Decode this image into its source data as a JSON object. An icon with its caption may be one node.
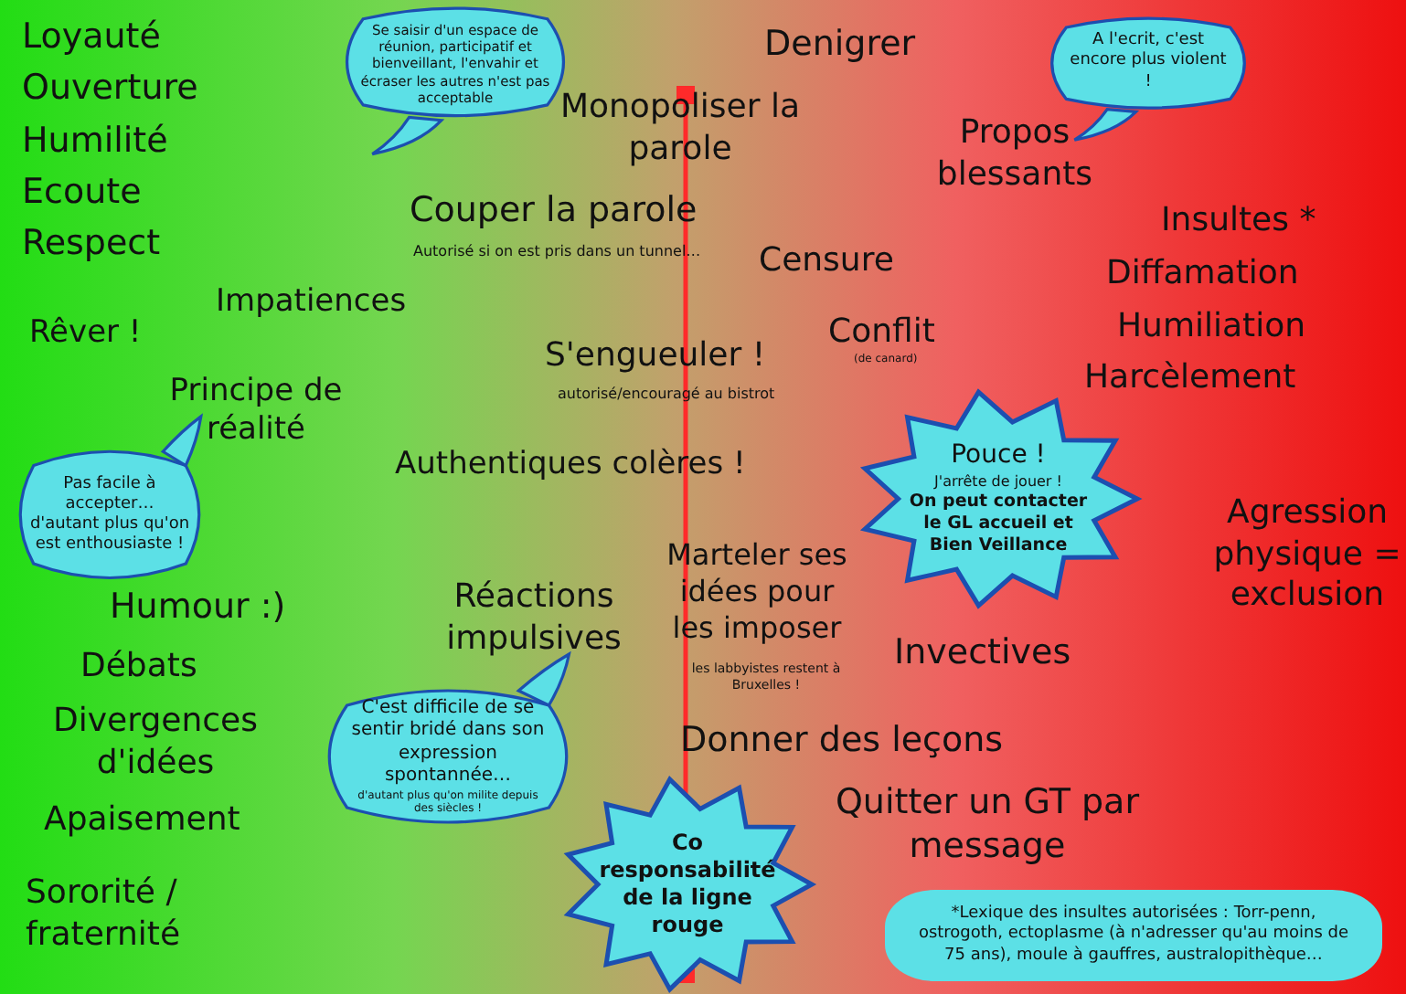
{
  "diagram": {
    "nodes": [
      {
        "text": [
          "Se saisir d'un espace de réunion, participatif et bienveillant, l'envahir et écraser les autres n'est pas acceptable"
        ]
      },
      {
        "text": [
          "A l'ecrit, c'est encore plus violent !"
        ]
      },
      {
        "text": [
          "Pas facile à accepter… d'autant plus qu'on est enthousiaste !"
        ]
      },
      {
        "text": [
          "Pouce !",
          "J'arrête de jouer !",
          "On peut contacter le GL accueil et Bien Veillance"
        ]
      },
      {
        "text": [
          "C'est difficile de se sentir bridé dans son expression spontannée…",
          "d'autant plus qu'on milite depuis des siècles !"
        ]
      },
      {
        "text": [
          "Co responsabilité de la ligne rouge"
        ]
      },
      {
        "text": [
          "*Lexique des insultes autorisées : Torr-penn, ostrogoth, ectoplasme (à n'adresser qu'au moins de 75 ans), moule à gauffres, australopithèque…"
        ]
      }
    ],
    "edges": [],
    "labels": [
      "Loyauté",
      "Ouverture",
      "Humilité",
      "Ecoute",
      "Respect",
      "Rêver !",
      "Impatiences",
      "Principe de réalité",
      "Humour :)",
      "Débats",
      "Divergences d'idées",
      "Apaisement",
      "Sororité / fraternité",
      "Denigrer",
      "Monopoliser la parole",
      "Couper la parole",
      "Autorisé si on est pris dans un tunnel…",
      "Propos blessants",
      "Censure",
      "Insultes *",
      "Diffamation",
      "Humiliation",
      "Harcèlement",
      "S'engueuler  !",
      "autorisé/encouragé  au bistrot",
      "Conflit",
      "(de canard)",
      "Authentiques colères !",
      "Agression physique = exclusion",
      "Réactions impulsives",
      "Marteler ses idées pour les imposer",
      "les labbyistes restent à Bruxelles !",
      "Invectives",
      "Donner des leçons",
      "Quitter un GT par message"
    ]
  }
}
